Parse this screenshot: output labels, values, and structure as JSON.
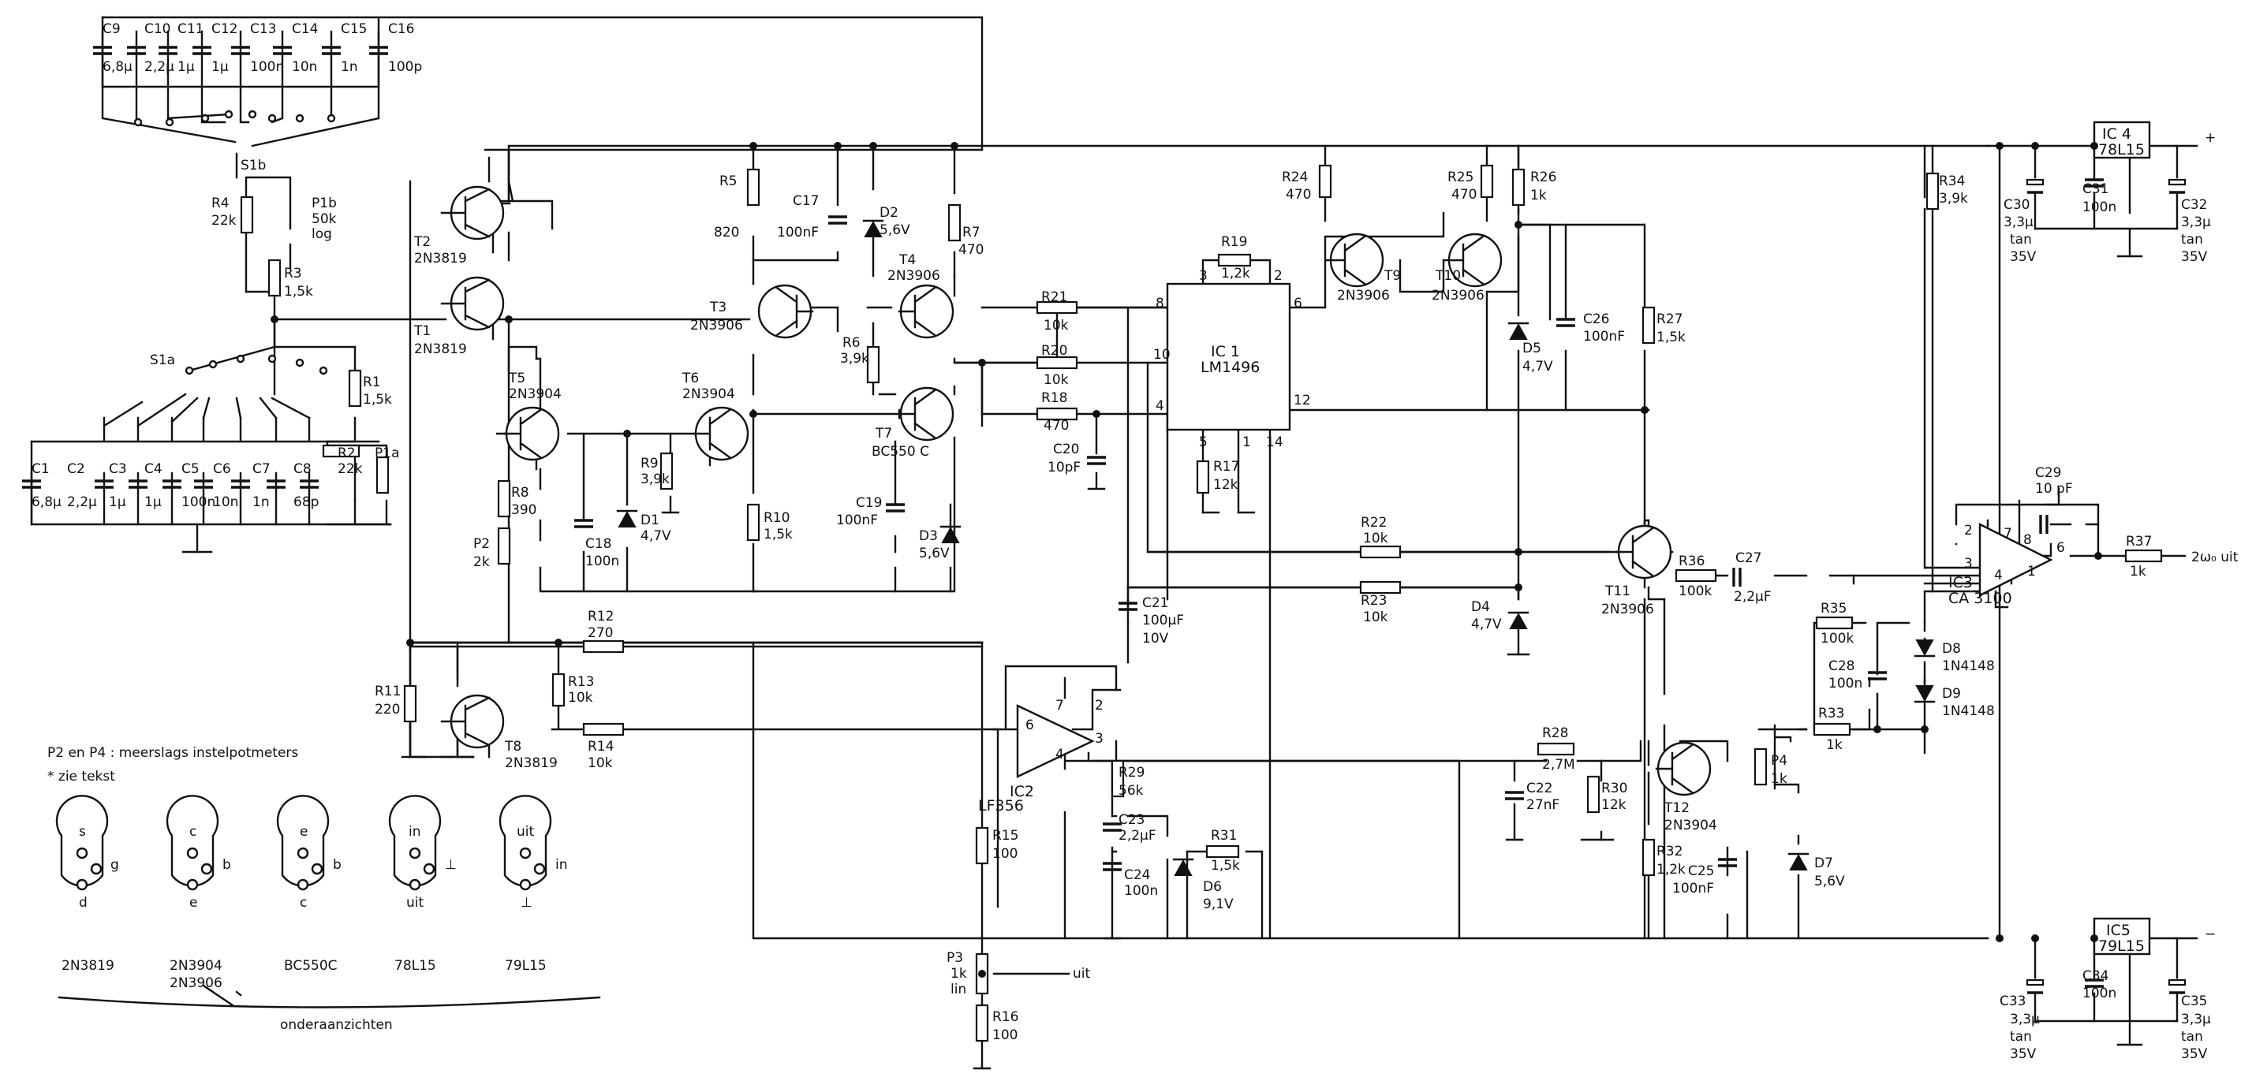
{
  "note_pots": "P2 en P4 : meerslags instelpotmeters",
  "note_star": "* zie tekst",
  "footer_caption": "onderaanzichten",
  "out_label": "2ω₀ uit",
  "p3_out_label": "uit",
  "rail_plus": "+",
  "rail_minus": "−",
  "switch_s1a": "S1a",
  "switch_s1b": "S1b",
  "ic_labels": {
    "ic1": "IC 1",
    "ic1_type": "LM1496",
    "ic2": "IC2",
    "ic2_type": "LF356",
    "ic3": "IC3",
    "ic3_type": "CA 3100",
    "ic4": "IC 4",
    "ic4_type": "78L15",
    "ic5": "IC5",
    "ic5_type": "79L15"
  },
  "components": [
    {
      "id": "c9",
      "name": "C9",
      "value": "6,8µ"
    },
    {
      "id": "c10",
      "name": "C10",
      "value": "2,2µ"
    },
    {
      "id": "c11",
      "name": "C11",
      "value": "1µ"
    },
    {
      "id": "c12",
      "name": "C12",
      "value": "1µ"
    },
    {
      "id": "c13",
      "name": "C13",
      "value": "100n"
    },
    {
      "id": "c14",
      "name": "C14",
      "value": "10n"
    },
    {
      "id": "c15",
      "name": "C15",
      "value": "1n"
    },
    {
      "id": "c16",
      "name": "C16",
      "value": "100p"
    },
    {
      "id": "r4",
      "name": "R4",
      "value": "22k"
    },
    {
      "id": "p1b",
      "name": "P1b",
      "value": "50k"
    },
    {
      "id": "r3",
      "name": "R3",
      "value": "1,5k"
    },
    {
      "id": "r1",
      "name": "R1",
      "value": "1,5k"
    },
    {
      "id": "c1",
      "name": "C1",
      "value": "6,8µ"
    },
    {
      "id": "c2",
      "name": "C2",
      "value": "2,2µ"
    },
    {
      "id": "c3",
      "name": "C3",
      "value": "1µ"
    },
    {
      "id": "c4",
      "name": "C4",
      "value": "1µ"
    },
    {
      "id": "c5",
      "name": "C5",
      "value": "100n"
    },
    {
      "id": "c6",
      "name": "C6",
      "value": "10n"
    },
    {
      "id": "c7",
      "name": "C7",
      "value": "1n"
    },
    {
      "id": "c8",
      "name": "C8",
      "value": "68p"
    },
    {
      "id": "r2",
      "name": "R2",
      "value": "22k"
    },
    {
      "id": "p1a",
      "name": "P1a",
      "value": ""
    },
    {
      "id": "t2",
      "name": "T2",
      "value": "2N3819"
    },
    {
      "id": "t1",
      "name": "T1",
      "value": "2N3819"
    },
    {
      "id": "t5",
      "name": "T5",
      "value": "2N3904"
    },
    {
      "id": "t6",
      "name": "T6",
      "value": "2N3904"
    },
    {
      "id": "r8",
      "name": "R8",
      "value": "390"
    },
    {
      "id": "p2",
      "name": "P2",
      "value": "2k"
    },
    {
      "id": "c18",
      "name": "C18",
      "value": "100n"
    },
    {
      "id": "d1",
      "name": "D1",
      "value": "4,7V"
    },
    {
      "id": "r9",
      "name": "R9",
      "value": "3,9k"
    },
    {
      "id": "r5",
      "name": "R5",
      "value": "820"
    },
    {
      "id": "c17",
      "name": "C17",
      "value": "100nF"
    },
    {
      "id": "d2",
      "name": "D2",
      "value": "5,6V"
    },
    {
      "id": "r7",
      "name": "R7",
      "value": "470"
    },
    {
      "id": "t3",
      "name": "T3",
      "value": "2N3906"
    },
    {
      "id": "t4",
      "name": "T4",
      "value": "2N3906"
    },
    {
      "id": "r6",
      "name": "R6",
      "value": "3,9k"
    },
    {
      "id": "t7",
      "name": "T7",
      "value": "BC550 C"
    },
    {
      "id": "c19",
      "name": "C19",
      "value": "100nF"
    },
    {
      "id": "d3",
      "name": "D3",
      "value": "5,6V"
    },
    {
      "id": "r10",
      "name": "R10",
      "value": "1,5k"
    },
    {
      "id": "r11",
      "name": "R11",
      "value": "220"
    },
    {
      "id": "r12",
      "name": "R12",
      "value": "270"
    },
    {
      "id": "r13",
      "name": "R13",
      "value": "10k"
    },
    {
      "id": "r14",
      "name": "R14",
      "value": "10k"
    },
    {
      "id": "t8",
      "name": "T8",
      "value": "2N3819"
    },
    {
      "id": "r15",
      "name": "R15",
      "value": "100"
    },
    {
      "id": "p3",
      "name": "P3",
      "value": "1k"
    },
    {
      "id": "r16",
      "name": "R16",
      "value": "100"
    },
    {
      "id": "r21",
      "name": "R21",
      "value": "10k"
    },
    {
      "id": "r20",
      "name": "R20",
      "value": "10k"
    },
    {
      "id": "r18",
      "name": "R18",
      "value": "470"
    },
    {
      "id": "c20",
      "name": "C20",
      "value": "10pF"
    },
    {
      "id": "r19",
      "name": "R19",
      "value": "1,2k"
    },
    {
      "id": "r17",
      "name": "R17",
      "value": "12k"
    },
    {
      "id": "c21",
      "name": "C21",
      "value": "100µF"
    },
    {
      "id": "r29",
      "name": "R29",
      "value": "56k"
    },
    {
      "id": "c23",
      "name": "C23",
      "value": "2,2µF"
    },
    {
      "id": "r31",
      "name": "R31",
      "value": "1,5k"
    },
    {
      "id": "c24",
      "name": "C24",
      "value": "100n"
    },
    {
      "id": "d6",
      "name": "D6",
      "value": "9,1V"
    },
    {
      "id": "r24",
      "name": "R24",
      "value": "470"
    },
    {
      "id": "r25",
      "name": "R25",
      "value": "470"
    },
    {
      "id": "t9",
      "name": "T9",
      "value": "2N3906"
    },
    {
      "id": "t10",
      "name": "T10",
      "value": "2N3906"
    },
    {
      "id": "r26",
      "name": "R26",
      "value": "1k"
    },
    {
      "id": "d5",
      "name": "D5",
      "value": "4,7V"
    },
    {
      "id": "c26",
      "name": "C26",
      "value": "100nF"
    },
    {
      "id": "r27",
      "name": "R27",
      "value": "1,5k"
    },
    {
      "id": "r22",
      "name": "R22",
      "value": "10k"
    },
    {
      "id": "r23",
      "name": "R23",
      "value": "10k"
    },
    {
      "id": "d4",
      "name": "D4",
      "value": "4,7V"
    },
    {
      "id": "t11",
      "name": "T11",
      "value": "2N3906"
    },
    {
      "id": "r36",
      "name": "R36",
      "value": "100k"
    },
    {
      "id": "c27",
      "name": "C27",
      "value": "2,2µF"
    },
    {
      "id": "r28",
      "name": "R28",
      "value": "2,7M"
    },
    {
      "id": "c22",
      "name": "C22",
      "value": "27nF"
    },
    {
      "id": "r30",
      "name": "R30",
      "value": "12k"
    },
    {
      "id": "t12",
      "name": "T12",
      "value": "2N3904"
    },
    {
      "id": "r32",
      "name": "R32",
      "value": "1,2k"
    },
    {
      "id": "c25",
      "name": "C25",
      "value": "100nF"
    },
    {
      "id": "p4",
      "name": "P4",
      "value": "1k"
    },
    {
      "id": "d7",
      "name": "D7",
      "value": "5,6V"
    },
    {
      "id": "r33",
      "name": "R33",
      "value": "1k"
    },
    {
      "id": "r34",
      "name": "R34",
      "value": "3,9k"
    },
    {
      "id": "r35",
      "name": "R35",
      "value": "100k"
    },
    {
      "id": "c28",
      "name": "C28",
      "value": "100n"
    },
    {
      "id": "d8",
      "name": "D8",
      "value": "1N4148"
    },
    {
      "id": "d9",
      "name": "D9",
      "value": "1N4148"
    },
    {
      "id": "c29",
      "name": "C29",
      "value": "10 pF"
    },
    {
      "id": "r37",
      "name": "R37",
      "value": "1k"
    },
    {
      "id": "c30",
      "name": "C30",
      "value": "3,3µ"
    },
    {
      "id": "c31",
      "name": "C31",
      "value": "100n"
    },
    {
      "id": "c32",
      "name": "C32",
      "value": "3,3µ"
    },
    {
      "id": "c33",
      "name": "C33",
      "value": "3,3µ"
    },
    {
      "id": "c34",
      "name": "C34",
      "value": "100n"
    },
    {
      "id": "c35",
      "name": "C35",
      "value": "3,3µ"
    }
  ],
  "extra_values": {
    "p1b_taper": "log",
    "p3_taper": "lin",
    "c21_voltage": "10V",
    "tan": "tan",
    "v35": "35V"
  },
  "ic_pins": {
    "ic1": [
      "8",
      "10",
      "4",
      "3",
      "2",
      "6",
      "12",
      "5",
      "1",
      "14"
    ],
    "ic2": [
      "6",
      "7",
      "2",
      "4",
      "3"
    ],
    "ic3": [
      "2",
      "3",
      "7",
      "8",
      "6",
      "4",
      "1"
    ]
  },
  "pinouts": [
    {
      "id": "2n3819",
      "label": "2N3819",
      "pins": [
        "s",
        "g",
        "d"
      ]
    },
    {
      "id": "2n3904",
      "label": "2N3904",
      "label2": "2N3906",
      "pins": [
        "c",
        "b",
        "e"
      ]
    },
    {
      "id": "bc550c",
      "label": "BC550C",
      "pins": [
        "e",
        "b",
        "c"
      ]
    },
    {
      "id": "78l15",
      "label": "78L15",
      "pins": [
        "in",
        "⊥",
        "uit"
      ]
    },
    {
      "id": "79l15",
      "label": "79L15",
      "pins": [
        "uit",
        "in",
        "⊥"
      ]
    }
  ]
}
